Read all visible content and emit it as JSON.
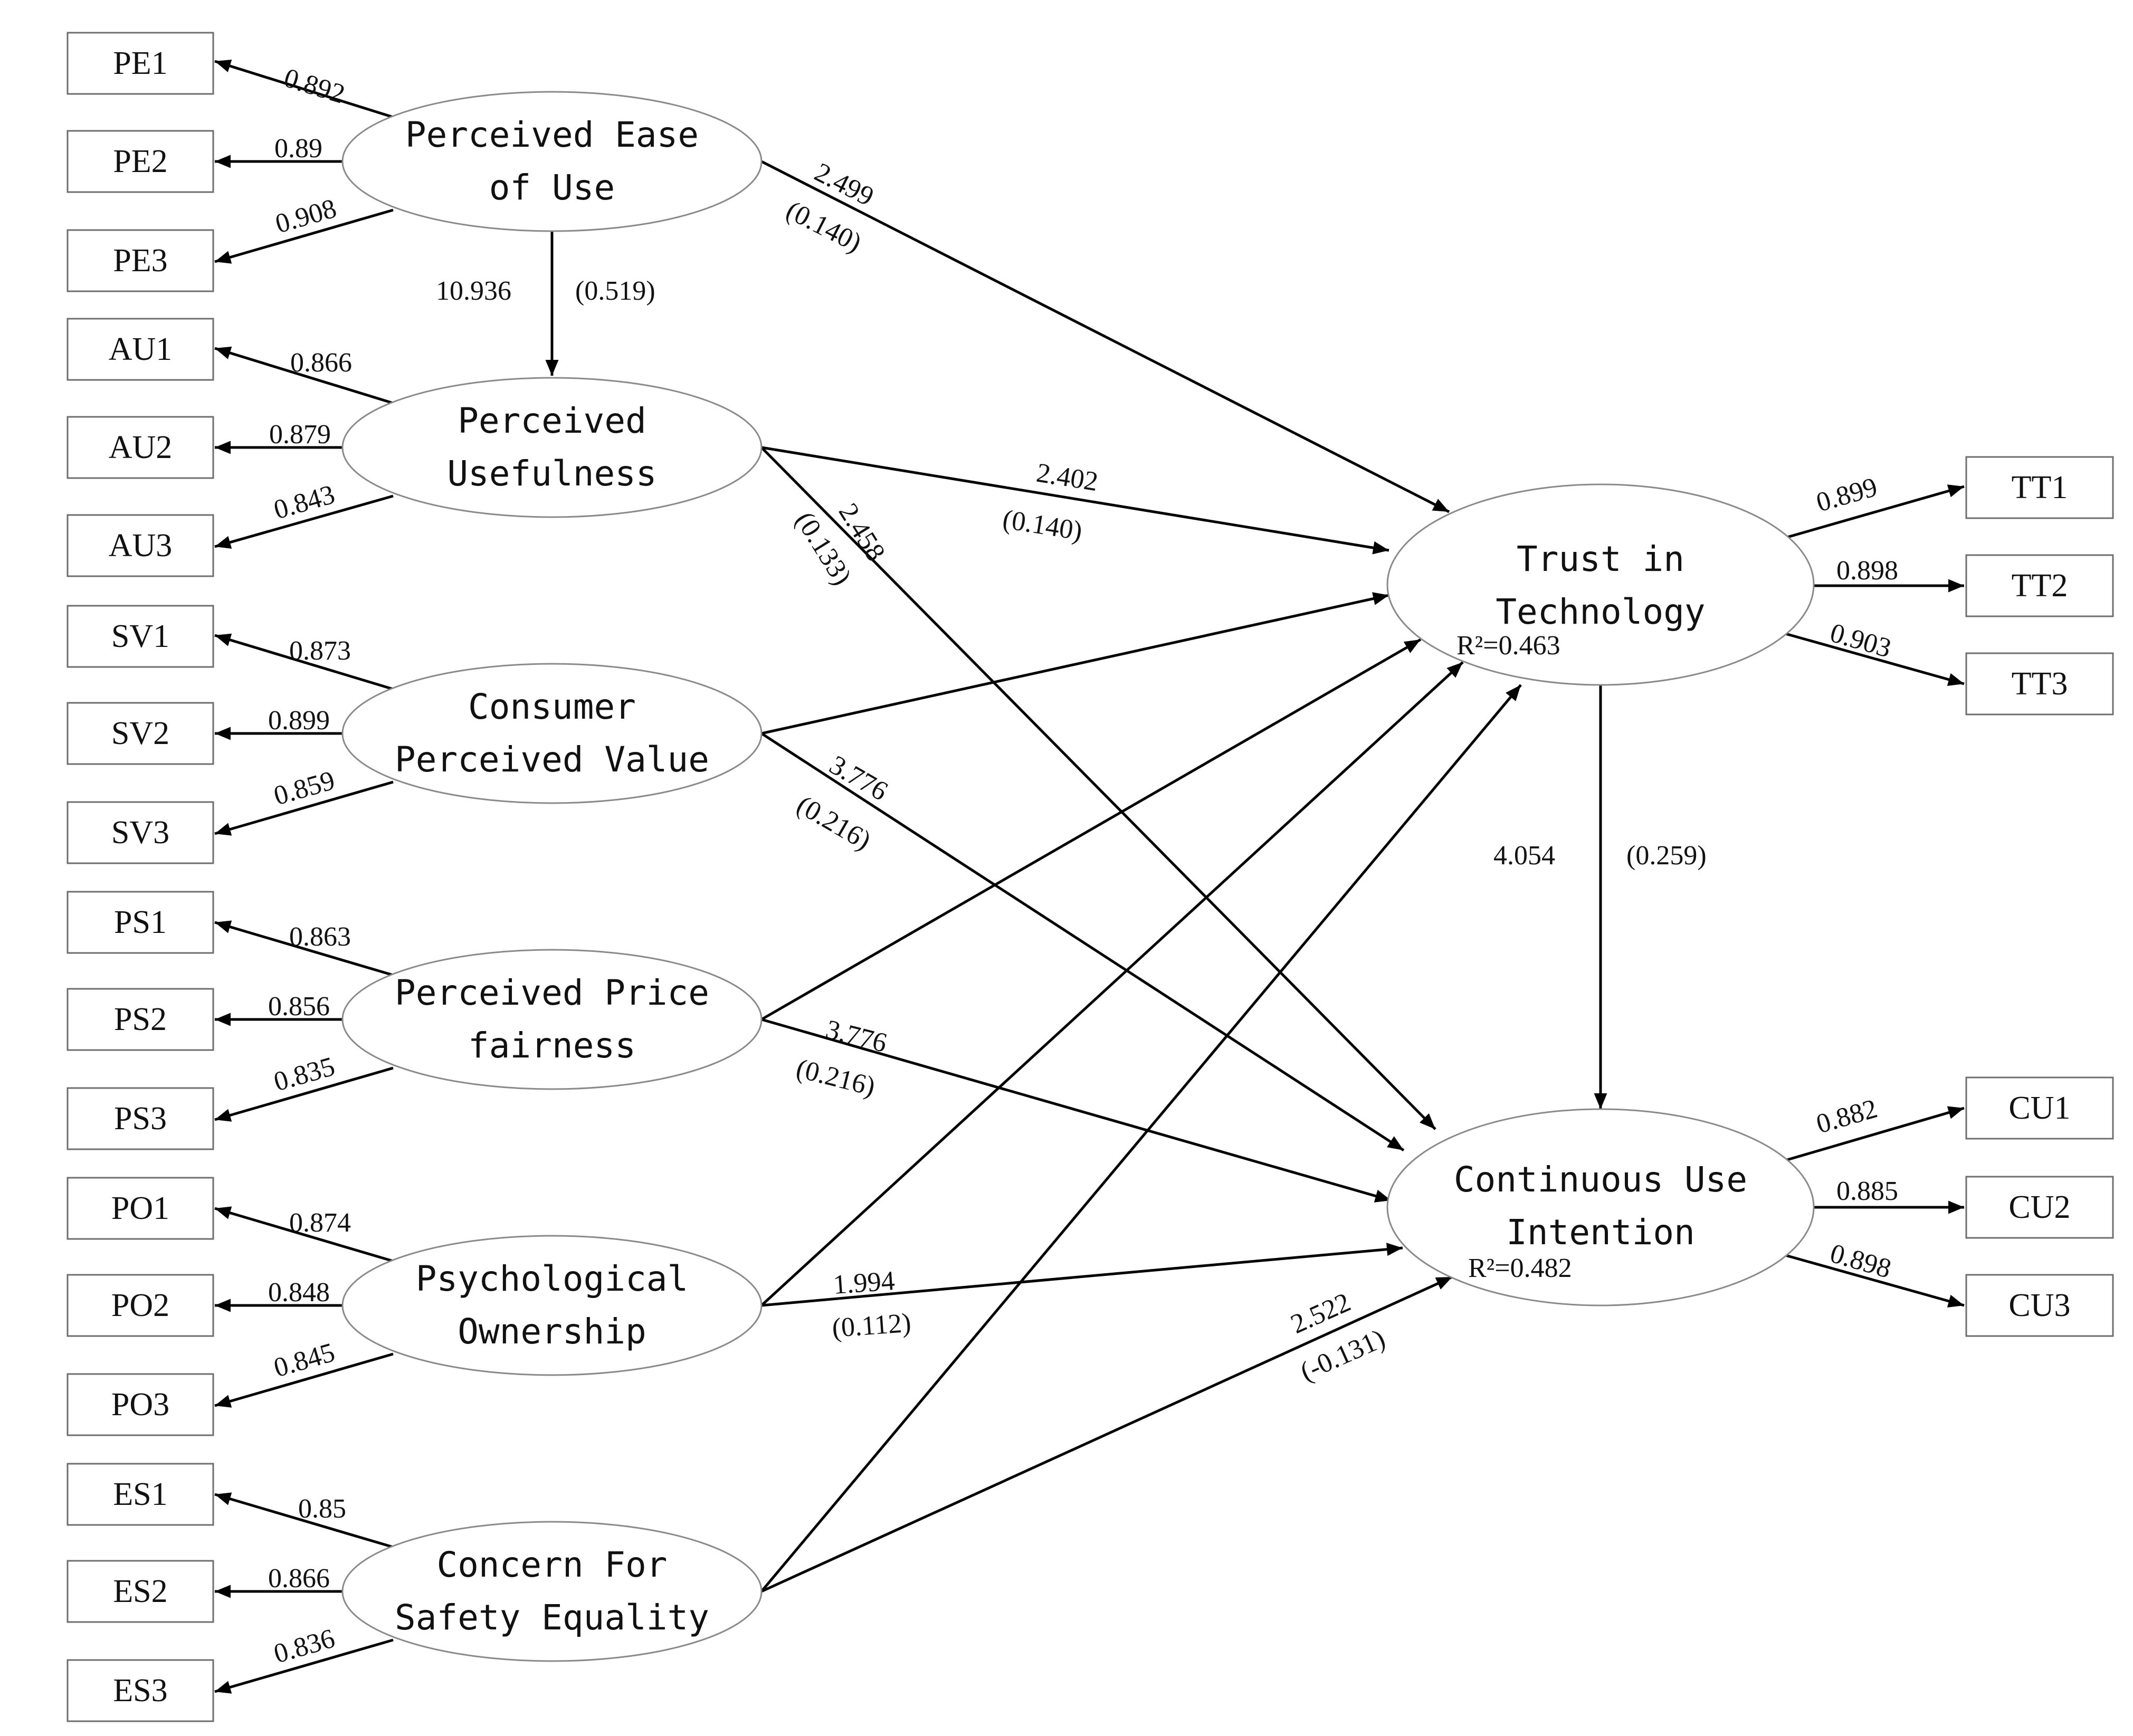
{
  "indicators": {
    "PE1": "PE1",
    "PE2": "PE2",
    "PE3": "PE3",
    "AU1": "AU1",
    "AU2": "AU2",
    "AU3": "AU3",
    "SV1": "SV1",
    "SV2": "SV2",
    "SV3": "SV3",
    "PS1": "PS1",
    "PS2": "PS2",
    "PS3": "PS3",
    "PO1": "PO1",
    "PO2": "PO2",
    "PO3": "PO3",
    "ES1": "ES1",
    "ES2": "ES2",
    "ES3": "ES3",
    "TT1": "TT1",
    "TT2": "TT2",
    "TT3": "TT3",
    "CU1": "CU1",
    "CU2": "CU2",
    "CU3": "CU3"
  },
  "constructs": {
    "peou": [
      "Perceived Ease",
      "of Use"
    ],
    "pu": [
      "Perceived",
      "Usefulness"
    ],
    "cpv": [
      "Consumer",
      "Perceived Value"
    ],
    "ppf": [
      "Perceived Price",
      "fairness"
    ],
    "po": [
      "Psychological",
      "Ownership"
    ],
    "cfse": [
      "Concern For",
      "Safety Equality"
    ],
    "tt": [
      "Trust in",
      "Technology"
    ],
    "cui": [
      "Continuous Use",
      "Intention"
    ]
  },
  "r_squared": {
    "tt": "R²=0.463",
    "cui": "R²=0.482"
  },
  "loadings": {
    "PE1": "0.892",
    "PE2": "0.89",
    "PE3": "0.908",
    "AU1": "0.866",
    "AU2": "0.879",
    "AU3": "0.843",
    "SV1": "0.873",
    "SV2": "0.899",
    "SV3": "0.859",
    "PS1": "0.863",
    "PS2": "0.856",
    "PS3": "0.835",
    "PO1": "0.874",
    "PO2": "0.848",
    "PO3": "0.845",
    "ES1": "0.85",
    "ES2": "0.866",
    "ES3": "0.836",
    "TT1": "0.899",
    "TT2": "0.898",
    "TT3": "0.903",
    "CU1": "0.882",
    "CU2": "0.885",
    "CU3": "0.898"
  },
  "paths": {
    "peou_pu": {
      "t": "10.936",
      "coef": "(0.519)"
    },
    "peou_tt": {
      "t": "2.499",
      "coef": "(0.140)"
    },
    "pu_tt": {
      "t": "2.402",
      "coef": "(0.140)"
    },
    "pu_cui": {
      "t": "2.458",
      "coef": "(0.133)"
    },
    "cpv_cui": {
      "t": "3.776",
      "coef": "(0.216)"
    },
    "ppf_cui": {
      "t": "3.776",
      "coef": "(0.216)"
    },
    "po_cui": {
      "t": "1.994",
      "coef": "(0.112)"
    },
    "cfse_cui": {
      "t": "2.522",
      "coef": "(-0.131)"
    },
    "tt_cui": {
      "t": "4.054",
      "coef": "(0.259)"
    }
  }
}
